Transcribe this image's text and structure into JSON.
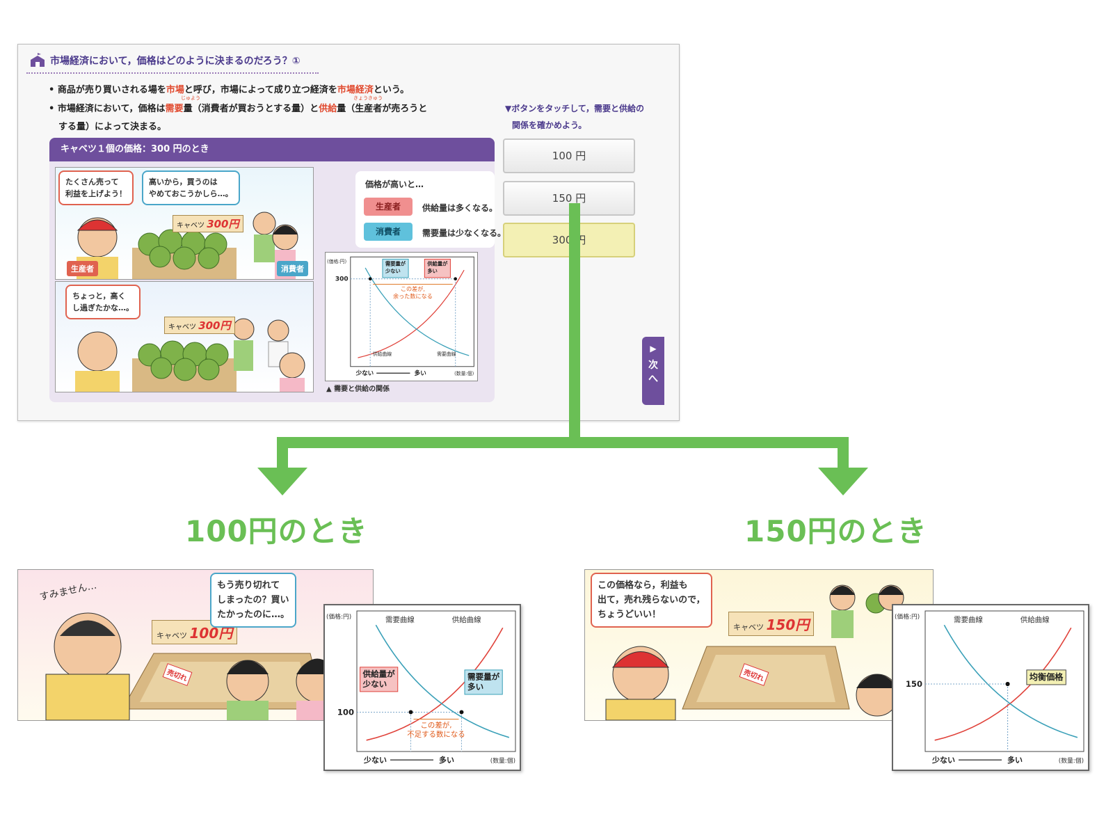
{
  "screen": {
    "title": "市場経済において，価格はどのように決まるのだろう？①",
    "bullet1": {
      "a": "• 商品が売り買いされる場を",
      "b": "市場",
      "c": "と呼び，市場によって成り立つ経済を",
      "d": "市場経済",
      "e": "という。"
    },
    "bullet2": {
      "a": "• 市場経済において，価格は",
      "b": "需要",
      "c": "量（消費者が買おうとする量）と",
      "d": "供給",
      "e": "量（生産者が売ろうと",
      "f": "する量）によって決まる。"
    },
    "ruby_juyou": "じゅよう",
    "ruby_kyoukyuu": "きょうきゅう",
    "panel_title": "キャベツ１個の価格：300 円のとき",
    "comic": {
      "bubble1": [
        "たくさん売って",
        "利益を上げよう！"
      ],
      "bubble2": [
        "高いから，買うのは",
        "やめておこうかしら…。"
      ],
      "bubble3": [
        "ちょっと，高く",
        "し過ぎたかな…。"
      ],
      "price_tag": "300円",
      "price_prefix": "キャベツ",
      "label_producer": "生産者",
      "label_consumer": "消費者"
    },
    "card": {
      "heading": "価格が高いと…",
      "producer_chip": "生産者",
      "producer_text": "供給量は多くなる。",
      "consumer_chip": "消費者",
      "consumer_text": "需要量は少なくなる。"
    },
    "chart_caption": "▲ 需要と供給の関係",
    "instruction": [
      "▼ボタンをタッチして，需要と供給の",
      "関係を確かめよう。"
    ],
    "buttons": [
      "100 円",
      "150 円",
      "300 円"
    ],
    "next_tab": [
      "▶",
      "次",
      "へ"
    ]
  },
  "colors": {
    "purple": "#6e4f9d",
    "supply_red": "#e0423a",
    "demand_blue": "#3aa0b8",
    "green_arrow": "#6abf55",
    "highlight": "#e14a2f"
  },
  "headings": {
    "left": "100円のとき",
    "right": "150円のとき"
  },
  "lower_left": {
    "bubble": [
      "もう売り切れて",
      "しまったの？買い",
      "たかったのに…。"
    ],
    "sfx": "すみません…",
    "price_tag": "100円",
    "price_prefix": "キャベツ",
    "sold_tag": "売切れ"
  },
  "lower_right": {
    "bubble": [
      "この価格なら，利益も",
      "出て，売れ残らないので，",
      "ちょうどいい！"
    ],
    "price_tag": "150円",
    "price_prefix": "キャベツ",
    "sold_tag": "売切れ"
  },
  "chart_data": [
    {
      "type": "line",
      "name_context": "300円のとき",
      "ylabel": "(価格:円)",
      "xlabel_left": "少ない",
      "xlabel_right": "多い",
      "unit": "(数量:個)",
      "price_line": 300,
      "series_labels": {
        "supply": "供給曲線",
        "demand": "需要曲線"
      },
      "notes": {
        "demand_box": [
          "需要量が",
          "少ない"
        ],
        "supply_box": [
          "供給量が",
          "多い"
        ],
        "gap": [
          "この差が,",
          "余った数になる"
        ]
      }
    },
    {
      "type": "line",
      "name_context": "100円のとき",
      "ylabel": "(価格:円)",
      "xlabel_left": "少ない",
      "xlabel_right": "多い",
      "unit": "(数量:個)",
      "price_line": 100,
      "series_labels": {
        "supply": "供給曲線",
        "demand": "需要曲線"
      },
      "notes": {
        "supply_box": [
          "供給量が",
          "少ない"
        ],
        "demand_box": [
          "需要量が",
          "多い"
        ],
        "gap": [
          "この差が,",
          "不足する数になる"
        ]
      }
    },
    {
      "type": "line",
      "name_context": "150円のとき",
      "ylabel": "(価格:円)",
      "xlabel_left": "少ない",
      "xlabel_right": "多い",
      "unit": "(数量:個)",
      "price_line": 150,
      "series_labels": {
        "supply": "供給曲線",
        "demand": "需要曲線"
      },
      "notes": {
        "equilibrium": "均衡価格"
      }
    }
  ]
}
